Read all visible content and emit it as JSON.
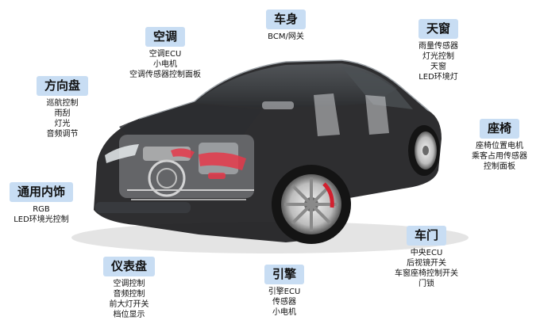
{
  "colors": {
    "tag_bg": "#c8ddf3",
    "highlight": "#e5394a",
    "body": "#1c1c1e"
  },
  "groups": [
    {
      "id": "body-control",
      "title": "车身",
      "items": [
        "BCM/网关"
      ]
    },
    {
      "id": "air-conditioning",
      "title": "空调",
      "items": [
        "空调ECU",
        "小电机",
        "空调传感器控制面板"
      ]
    },
    {
      "id": "sunroof",
      "title": "天窗",
      "items": [
        "雨量传感器",
        "灯光控制",
        "天窗",
        "LED环境灯"
      ]
    },
    {
      "id": "steering-wheel",
      "title": "方向盘",
      "items": [
        "巡航控制",
        "雨刮",
        "灯光",
        "音频调节"
      ]
    },
    {
      "id": "seat",
      "title": "座椅",
      "items": [
        "座椅位置电机",
        "乘客占用传感器",
        "控制面板"
      ]
    },
    {
      "id": "general-interior",
      "title": "通用内饰",
      "items": [
        "RGB",
        "LED环境光控制"
      ]
    },
    {
      "id": "door",
      "title": "车门",
      "items": [
        "中央ECU",
        "后视镜开关",
        "车窗座椅控制开关",
        "门锁"
      ]
    },
    {
      "id": "instrument-panel",
      "title": "仪表盘",
      "items": [
        "空调控制",
        "音频控制",
        "前大灯开关",
        "档位显示"
      ]
    },
    {
      "id": "engine",
      "title": "引擎",
      "items": [
        "引擎ECU",
        "传感器",
        "小电机"
      ]
    }
  ]
}
